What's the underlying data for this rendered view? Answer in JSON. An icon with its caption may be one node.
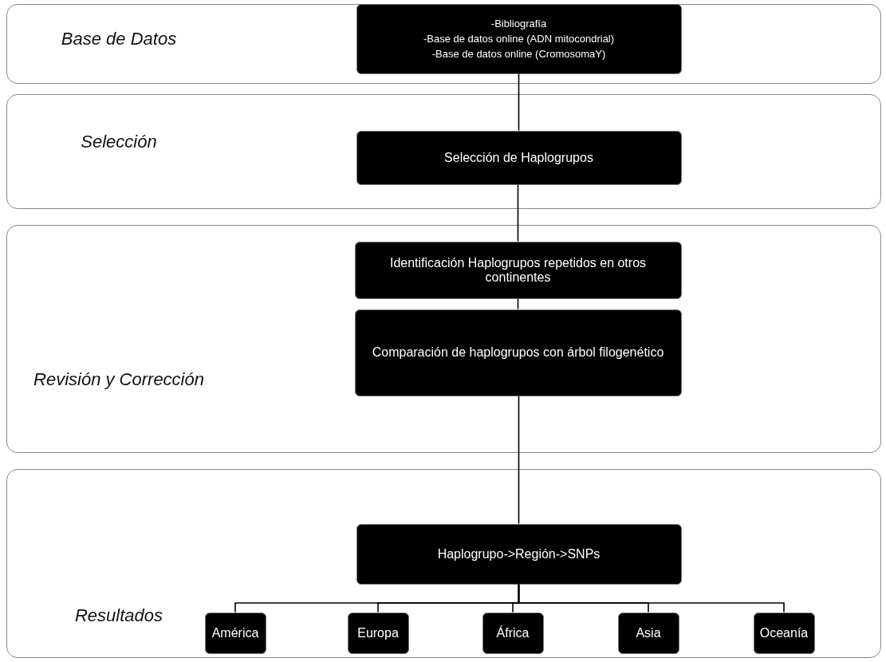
{
  "diagram": {
    "nodes": [
      {
        "text": [
          "Base de Datos"
        ]
      },
      {
        "text": [
          "-Bibliografía",
          "-Base de datos online (ADN mitocondrial)",
          "-Base de datos online (CromosomaY)"
        ],
        "in": 0
      },
      {
        "text": [
          "Selección"
        ]
      },
      {
        "text": [
          "Selección de Haplogrupos"
        ],
        "in": 2
      },
      {
        "text": [
          "Revisión y Corrección"
        ]
      },
      {
        "text": [
          "Identificación Haplogrupos repetidos en otros continentes"
        ],
        "in": 4
      },
      {
        "text": [
          "Comparación de haplogrupos con árbol filogenético"
        ],
        "in": 4
      },
      {
        "text": [
          "Resultados"
        ]
      },
      {
        "text": [
          "Haplogrupo->Región->SNPs"
        ],
        "in": 7
      },
      {
        "text": [
          "América"
        ],
        "in": 7
      },
      {
        "text": [
          "Europa"
        ],
        "in": 7
      },
      {
        "text": [
          "África"
        ],
        "in": 7
      },
      {
        "text": [
          "Asia"
        ],
        "in": 7
      },
      {
        "text": [
          "Oceanía"
        ],
        "in": 7
      }
    ],
    "edges": [
      {
        "from": 1,
        "to": 3,
        "arrow": "none"
      },
      {
        "from": 3,
        "to": 5,
        "arrow": "none"
      },
      {
        "from": 5,
        "to": 6,
        "arrow": "none"
      },
      {
        "from": 6,
        "to": 8,
        "arrow": "none"
      },
      {
        "from": 8,
        "to": 9,
        "arrow": "none"
      },
      {
        "from": 8,
        "to": 10,
        "arrow": "none"
      },
      {
        "from": 8,
        "to": 11,
        "arrow": "none"
      },
      {
        "from": 8,
        "to": 12,
        "arrow": "none"
      },
      {
        "from": 8,
        "to": 13,
        "arrow": "none"
      }
    ]
  }
}
